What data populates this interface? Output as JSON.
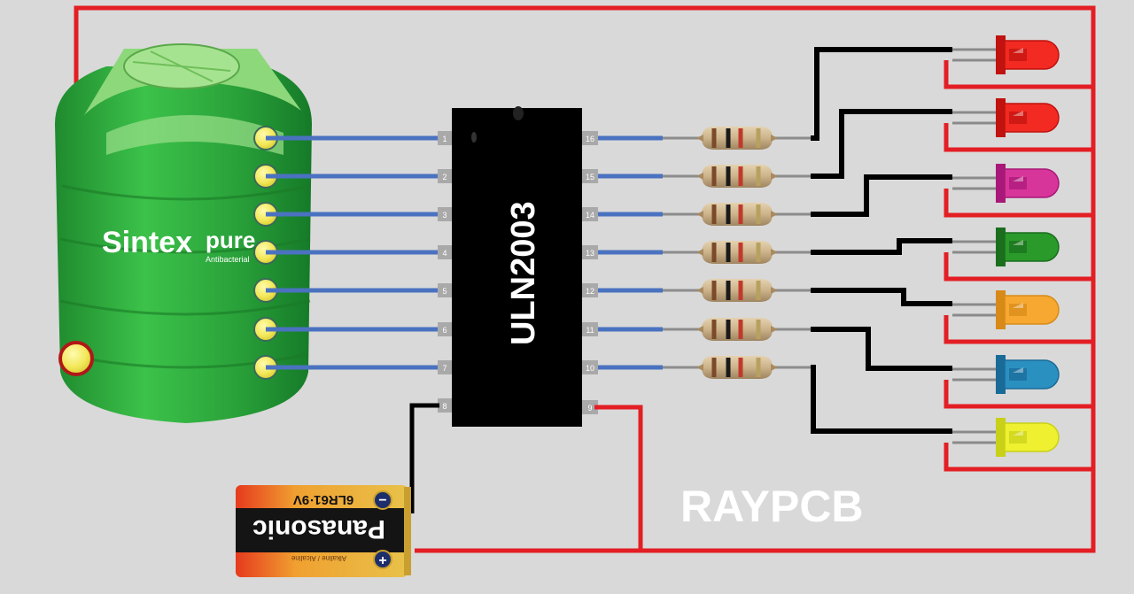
{
  "diagram": {
    "title": "Water level indicator circuit",
    "watermark": "RAYPCB",
    "colors": {
      "background": "#d9d9d9",
      "supply_wire": "#e31e24",
      "signal_wire": "#4a72c0",
      "led_wire": "#000000",
      "ic_body": "#000000",
      "pin_pad": "#a9a9a9",
      "probe": "#f4ec6a",
      "tank": "#2aa23a"
    },
    "tank": {
      "brand": "Sintexpure",
      "brand_main": "Sintex",
      "brand_suffix": "pure",
      "tagline": "Antibacterial",
      "probe_count": 7,
      "common_probe": "common-probe"
    },
    "ic": {
      "label": "ULN2003",
      "left_pins": [
        "1",
        "2",
        "3",
        "4",
        "5",
        "6",
        "7",
        "8"
      ],
      "right_pins": [
        "16",
        "15",
        "14",
        "13",
        "12",
        "11",
        "10",
        "9"
      ]
    },
    "resistors": {
      "count": 7,
      "bands": [
        "#7a4a2a",
        "#1a1a1a",
        "#c0392b",
        "#b8a060"
      ]
    },
    "leds": [
      {
        "name": "red-led-1",
        "color": "#f22a22",
        "dark": "#c0120e"
      },
      {
        "name": "red-led-2",
        "color": "#f22a22",
        "dark": "#c0120e"
      },
      {
        "name": "magenta-led",
        "color": "#d8359a",
        "dark": "#a81878"
      },
      {
        "name": "green-led",
        "color": "#2a9a2a",
        "dark": "#1a6e1e"
      },
      {
        "name": "orange-led",
        "color": "#f6a830",
        "dark": "#d88a18"
      },
      {
        "name": "blue-led",
        "color": "#2a90c0",
        "dark": "#1a6a98"
      },
      {
        "name": "yellow-led",
        "color": "#eef030",
        "dark": "#c8d018"
      }
    ],
    "battery": {
      "brand": "Panasonic",
      "model": "6LR61·9V",
      "type": "Alkaline / Alcaline",
      "negative": "−",
      "positive": "+"
    }
  }
}
